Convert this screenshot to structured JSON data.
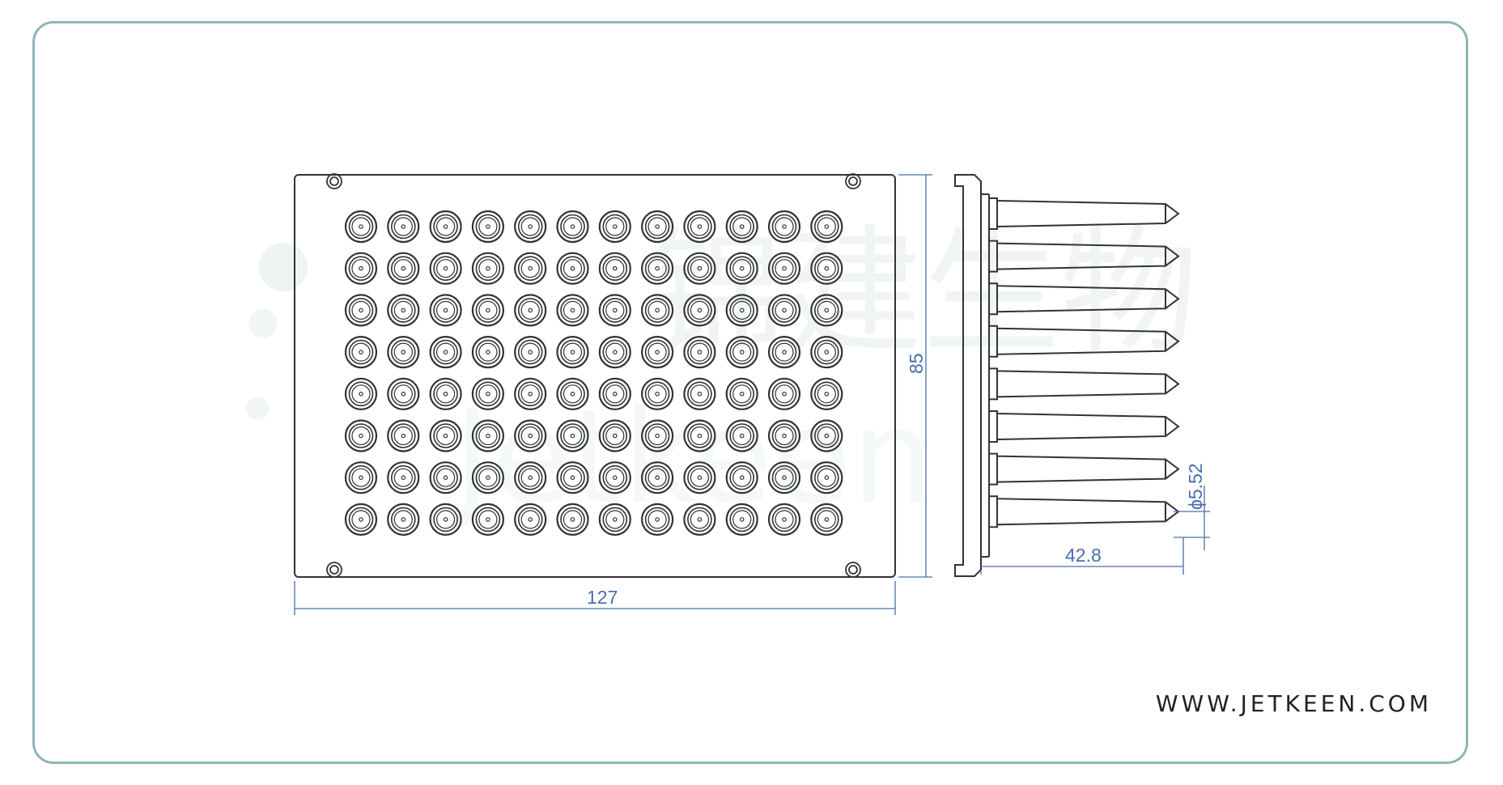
{
  "watermark": {
    "text": "锦建生物",
    "latin": "Jetkeen"
  },
  "plate": {
    "rows": 8,
    "columns": 12
  },
  "dimensions": {
    "width": "127",
    "height": "85",
    "tip_length": "42.8",
    "tip_diameter": "ϕ5.52"
  },
  "footer": {
    "website": "WWW.JETKEEN.COM"
  },
  "colors": {
    "frame": "#8fb5bb",
    "line": "#333333",
    "dimension": "#4a6db0",
    "watermark": "#e7efee"
  }
}
